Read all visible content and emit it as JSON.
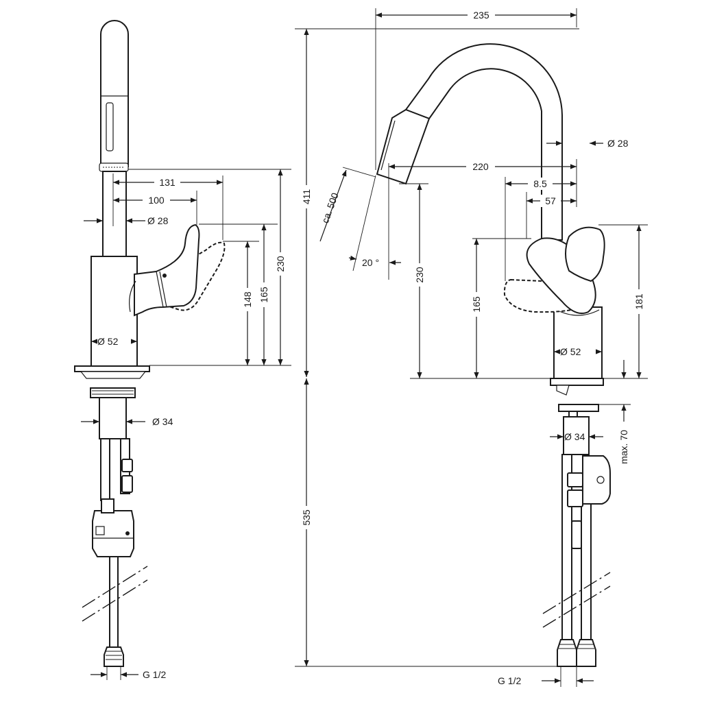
{
  "side_view": {
    "dims": {
      "d131": "131",
      "d100": "100",
      "spout_diameter": "Ø 28",
      "body_diameter": "Ø 52",
      "shank_diameter": "Ø 34",
      "d148": "148",
      "d165": "165",
      "d230": "230",
      "thread": "G 1/2"
    }
  },
  "front_view": {
    "dims": {
      "width_total": "235",
      "spout_diameter": "Ø 28",
      "reach": "220",
      "d85": "8.5",
      "d57": "57",
      "pullout": "ca. 500",
      "angle": "20 °",
      "spout_height": "230",
      "d165": "165",
      "d181": "181",
      "body_diameter": "Ø 52",
      "shank_diameter": "Ø 34",
      "max_counter": "max. 70",
      "thread": "G 1/2"
    }
  },
  "shared_dims": {
    "total_height": "411",
    "below_counter": "535"
  }
}
